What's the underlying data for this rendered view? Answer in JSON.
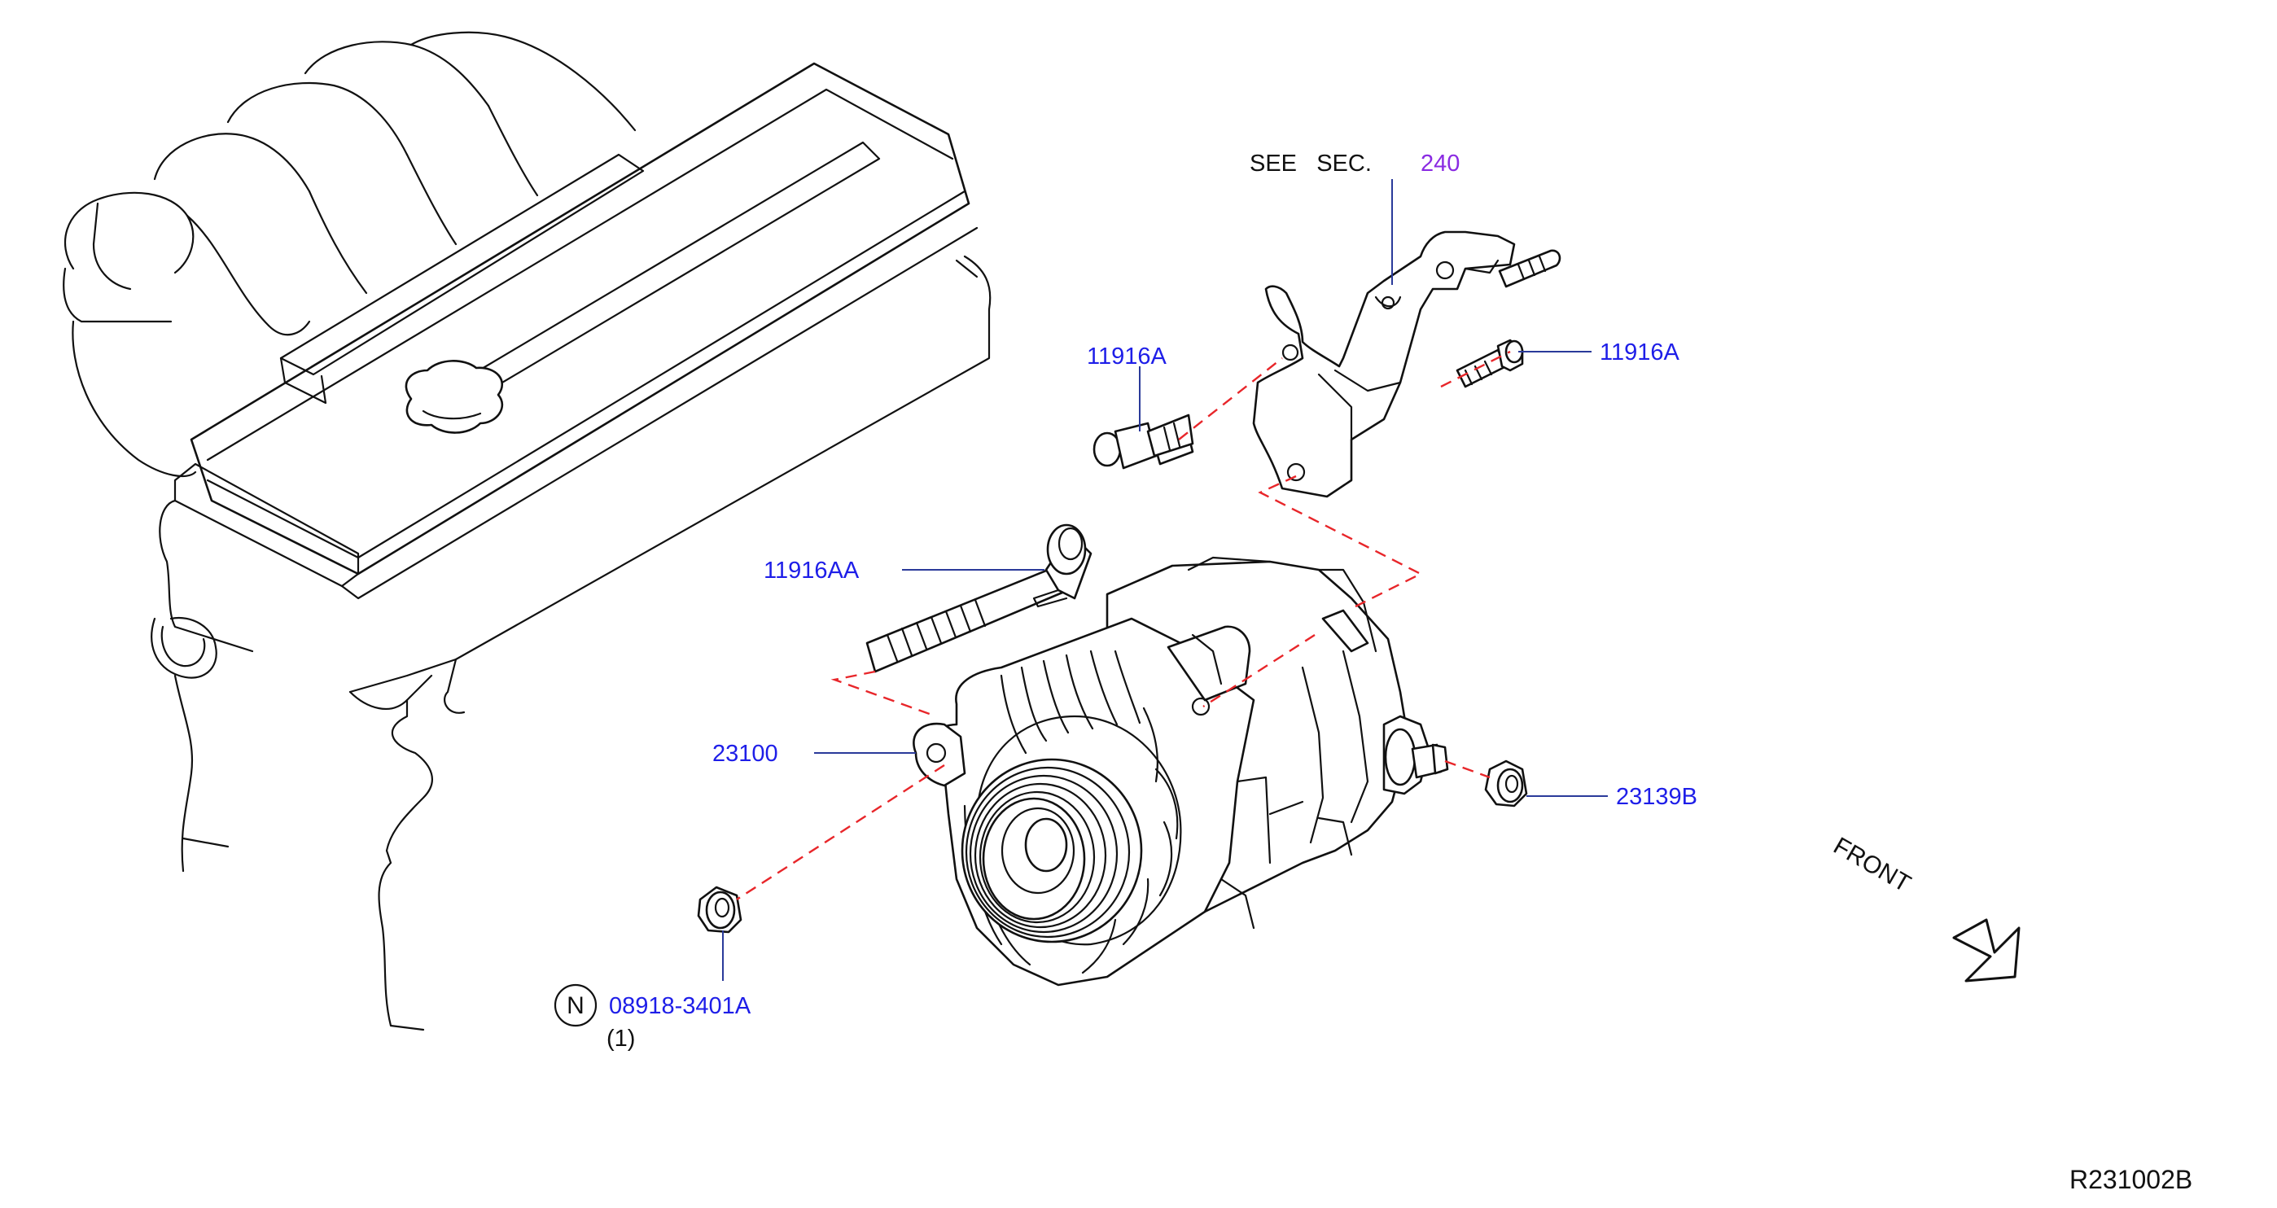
{
  "see_sec": {
    "prefix": "SEE   SEC.",
    "number": "240"
  },
  "callouts": {
    "bolt_left": "11916A",
    "bolt_right": "11916A",
    "long_bolt": "11916AA",
    "alternator": "23100",
    "nut_terminal": "23139B",
    "nut_bottom": "08918-3401A",
    "nut_bottom_qty": "(1)",
    "nut_bottom_symbol": "N"
  },
  "front_label": "FRONT",
  "diagram_id": "R231002B",
  "colors": {
    "callout": "#1e1ee8",
    "section_ref": "#8a2be2",
    "dash": "#e8262a",
    "leader": "#2a3a9a",
    "line": "#111111"
  }
}
